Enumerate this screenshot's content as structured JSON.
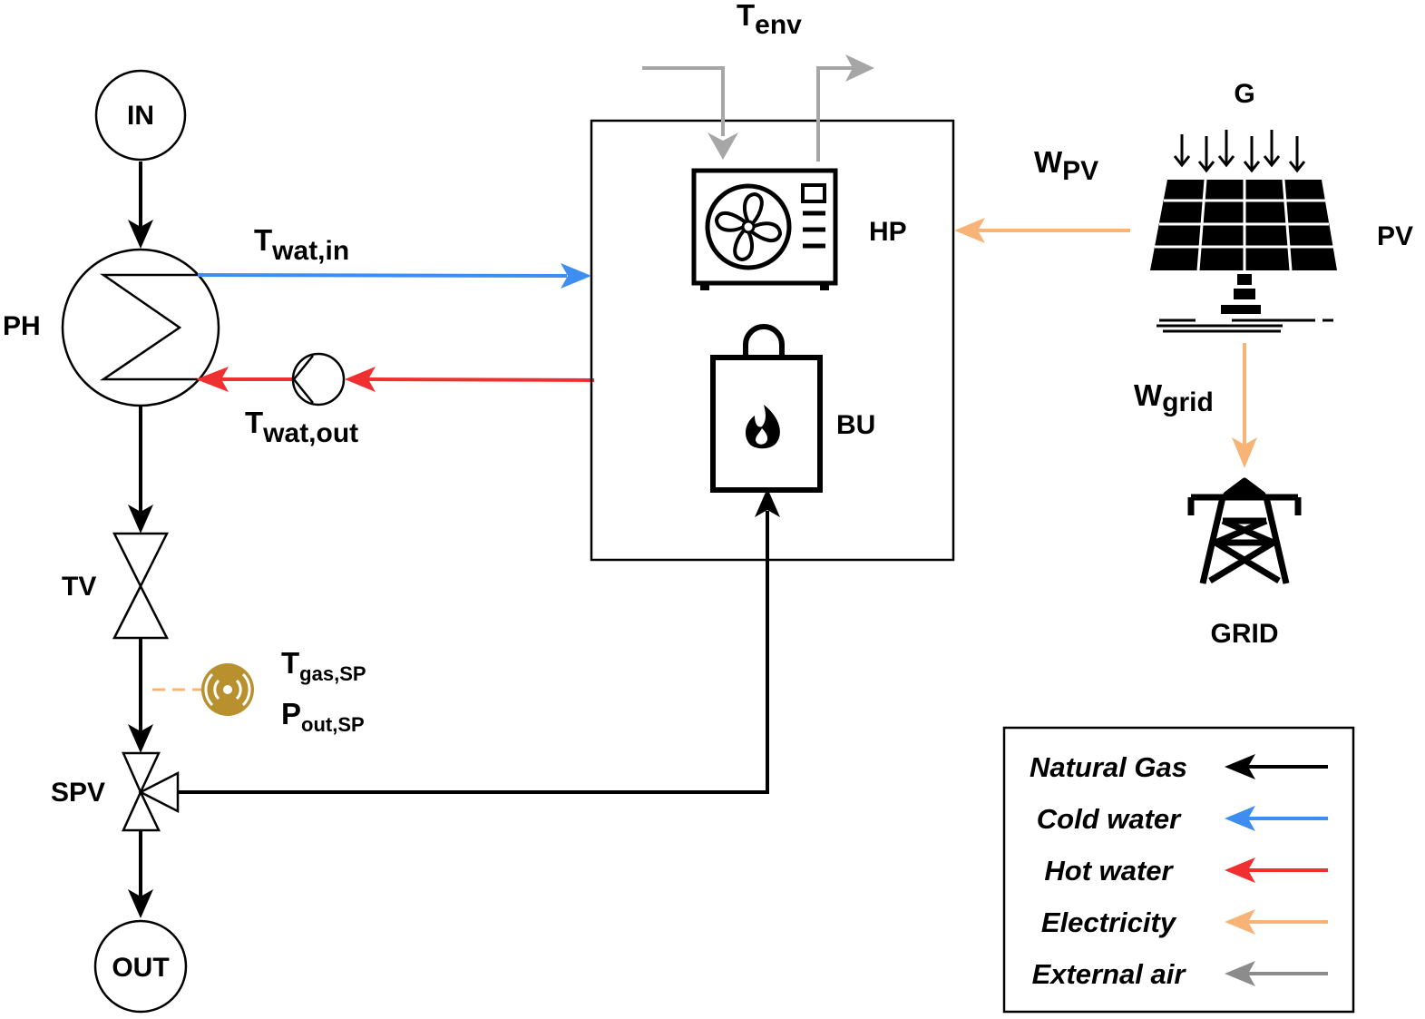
{
  "labels": {
    "in": "IN",
    "out": "OUT",
    "ph": "PH",
    "tv": "TV",
    "spv": "SPV",
    "hp": "HP",
    "bu": "BU",
    "pv": "PV",
    "g": "G",
    "grid": "GRID",
    "t_env_main": "T",
    "t_env_sub": "env",
    "t_wat_in_main": "T",
    "t_wat_in_sub": "wat,in",
    "t_wat_out_main": "T",
    "t_wat_out_sub": "wat,out",
    "t_gas_sp_main": "T",
    "t_gas_sp_sub": "gas,SP",
    "p_out_sp_main": "P",
    "p_out_sp_sub": "out,SP",
    "w_pv_main": "W",
    "w_pv_sub": "PV",
    "w_grid_main": "W",
    "w_grid_sub": "grid"
  },
  "legend": [
    {
      "label": "Natural Gas",
      "color": "#000000"
    },
    {
      "label": "Cold water",
      "color": "#3d8ef0"
    },
    {
      "label": "Hot water",
      "color": "#f03030"
    },
    {
      "label": "Electricity",
      "color": "#f8b476"
    },
    {
      "label": "External air",
      "color": "#8c8c8c"
    }
  ],
  "colors": {
    "natural_gas": "#000000",
    "cold_water": "#3d8ef0",
    "hot_water": "#f03030",
    "electricity": "#f8b476",
    "external_air": "#a6a6a6",
    "sensor": "#b8912e"
  },
  "icons": [
    "fan-icon",
    "flame-icon",
    "solar-panel-icon",
    "pylon-icon",
    "sensor-icon",
    "pump-icon",
    "heat-exchanger-icon",
    "valve-icon"
  ]
}
